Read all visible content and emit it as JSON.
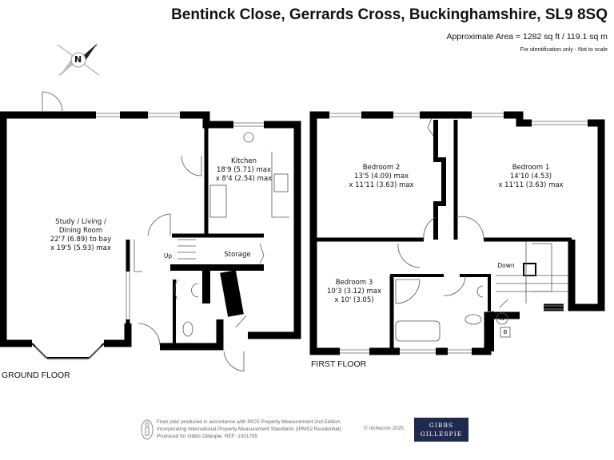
{
  "header": {
    "title": "Bentinck Close, Gerrards Cross, Buckinghamshire, SL9 8SQ",
    "area": "Approximate Area = 1282 sq ft / 119.1 sq m",
    "identification": "For identification only - Not to scale"
  },
  "compass": {
    "label": "N"
  },
  "ground_floor": {
    "label": "GROUND FLOOR",
    "rooms": [
      {
        "name": "Study / Living /",
        "name2": "Dining Room",
        "dim1": "22'7 (6.89) to bay",
        "dim2": "x 19'5 (5.93) max"
      },
      {
        "name": "Kitchen",
        "dim1": "18'9 (5.71) max",
        "dim2": "x 8'4 (2.54) max"
      },
      {
        "name": "Storage"
      }
    ],
    "stairs_label": "Up"
  },
  "first_floor": {
    "label": "FIRST FLOOR",
    "rooms": [
      {
        "name": "Bedroom 2",
        "dim1": "13'5 (4.09) max",
        "dim2": "x 11'11 (3.63) max"
      },
      {
        "name": "Bedroom 1",
        "dim1": "14'10 (4.53)",
        "dim2": "x 11'11 (3.63) max"
      },
      {
        "name": "Bedroom 3",
        "dim1": "10'3 (3.12) max",
        "dim2": "x 10' (3.05)"
      }
    ],
    "stairs_label": "Down",
    "cupboard_marks": [
      "W",
      "B"
    ]
  },
  "footer": {
    "line1": "Floor plan produced in accordance with RICS Property Measurement 2nd Edition,",
    "line2": "Incorporating International Property Measurement Standards (IPMS2 Residential).",
    "line3": "Produced for Gibbs Gillespie.   REF:  1301795",
    "copyright": "© nichecom 2025.",
    "logo_line1": "GIBBS",
    "logo_line2": "GILLESPIE",
    "logo_color": "#1f2a4f"
  }
}
